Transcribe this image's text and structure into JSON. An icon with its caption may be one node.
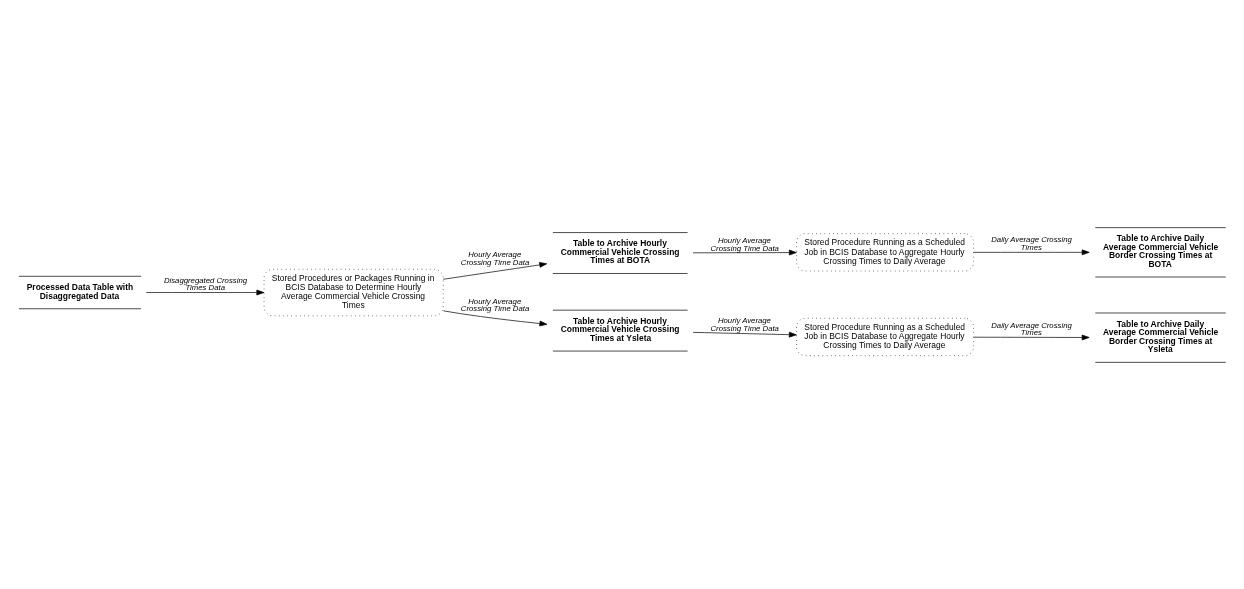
{
  "diagram": {
    "nodes": [
      {
        "text": [
          "Processed Data Table with Disaggregated Data"
        ]
      },
      {
        "text": [
          "Stored Procedures or Packages Running in BCIS Database to Determine Hourly Average Commercial Vehicle Crossing Times"
        ]
      },
      {
        "text": [
          "Table to Archive Hourly Commercial Vehicle Crossing Times at BOTA"
        ]
      },
      {
        "text": [
          "Stored Procedure Running as a Scheduled Job in BCIS Database to Aggregate Hourly Crossing Times to Daily Average"
        ]
      },
      {
        "text": [
          "Table to Archive Daily Average Commercial Vehicle Border Crossing Times at BOTA"
        ]
      },
      {
        "text": [
          "Table to Archive Hourly Commercial Vehicle Crossing Times at Ysleta"
        ]
      },
      {
        "text": [
          "Stored Procedure Running as a Scheduled Job in BCIS Database to Aggregate Hourly Crossing Times to Daily Average"
        ]
      },
      {
        "text": [
          "Table to Archive Daily Average Commercial Vehicle Border Crossing Times at Ysleta"
        ]
      }
    ],
    "edges": [
      {
        "from": 0,
        "to": 1,
        "arrow": "to",
        "label": "Disaggregated Crossing Times Data"
      },
      {
        "from": 1,
        "to": 2,
        "arrow": "to",
        "label": "Hourly Average Crossing Time Data"
      },
      {
        "from": 1,
        "to": 5,
        "arrow": "to",
        "label": "Hourly Average Crossing Time Data"
      },
      {
        "from": 2,
        "to": 3,
        "arrow": "to",
        "label": "Hourly Average Crossing Time Data"
      },
      {
        "from": 3,
        "to": 4,
        "arrow": "to",
        "label": "Daily Average Crossing Times"
      },
      {
        "from": 5,
        "to": 6,
        "arrow": "to",
        "label": "Hourly Average Crossing Time Data"
      },
      {
        "from": 6,
        "to": 7,
        "arrow": "to",
        "label": "Daily Average Crossing Times"
      }
    ]
  }
}
